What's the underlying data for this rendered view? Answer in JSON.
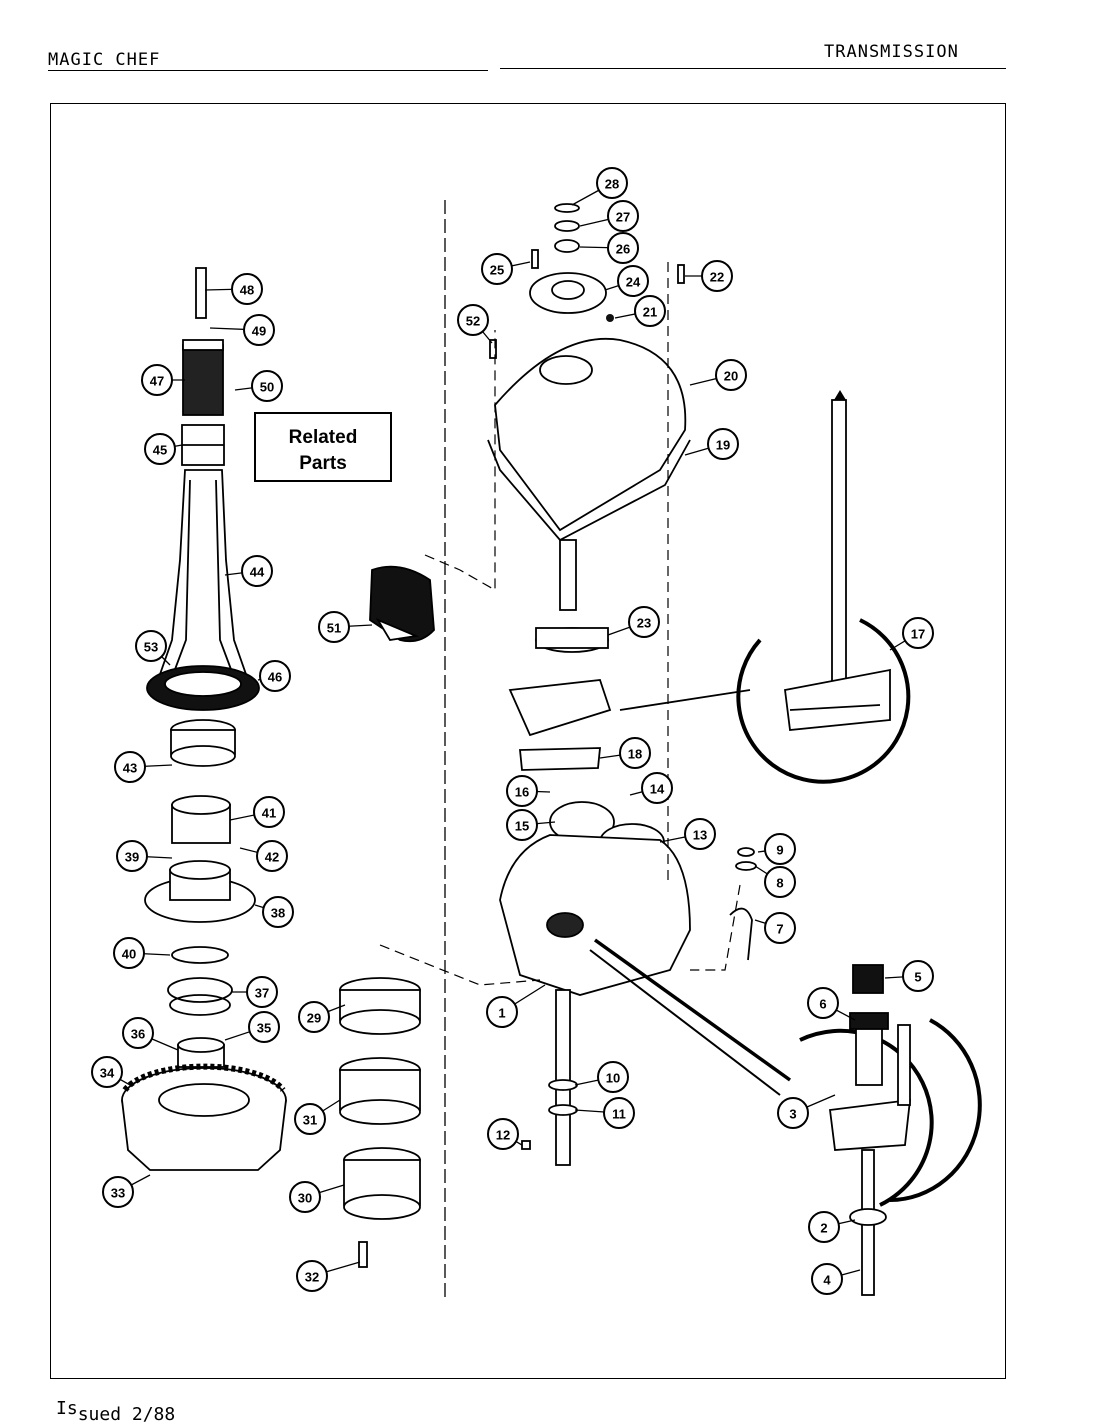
{
  "header": {
    "brand": "MAGIC CHEF",
    "section": "TRANSMISSION"
  },
  "footer": {
    "issued_prefix": "Is",
    "issued_rest": "sued 2/88"
  },
  "related_parts": {
    "line1": "Related",
    "line2": "Parts"
  },
  "callouts": [
    "1",
    "2",
    "3",
    "4",
    "5",
    "6",
    "7",
    "8",
    "9",
    "10",
    "11",
    "12",
    "13",
    "14",
    "15",
    "16",
    "17",
    "18",
    "19",
    "20",
    "21",
    "22",
    "23",
    "24",
    "25",
    "26",
    "27",
    "28",
    "29",
    "30",
    "31",
    "32",
    "33",
    "34",
    "35",
    "36",
    "37",
    "38",
    "39",
    "40",
    "41",
    "42",
    "43",
    "44",
    "45",
    "46",
    "47",
    "48",
    "49",
    "50",
    "51",
    "52",
    "53"
  ]
}
